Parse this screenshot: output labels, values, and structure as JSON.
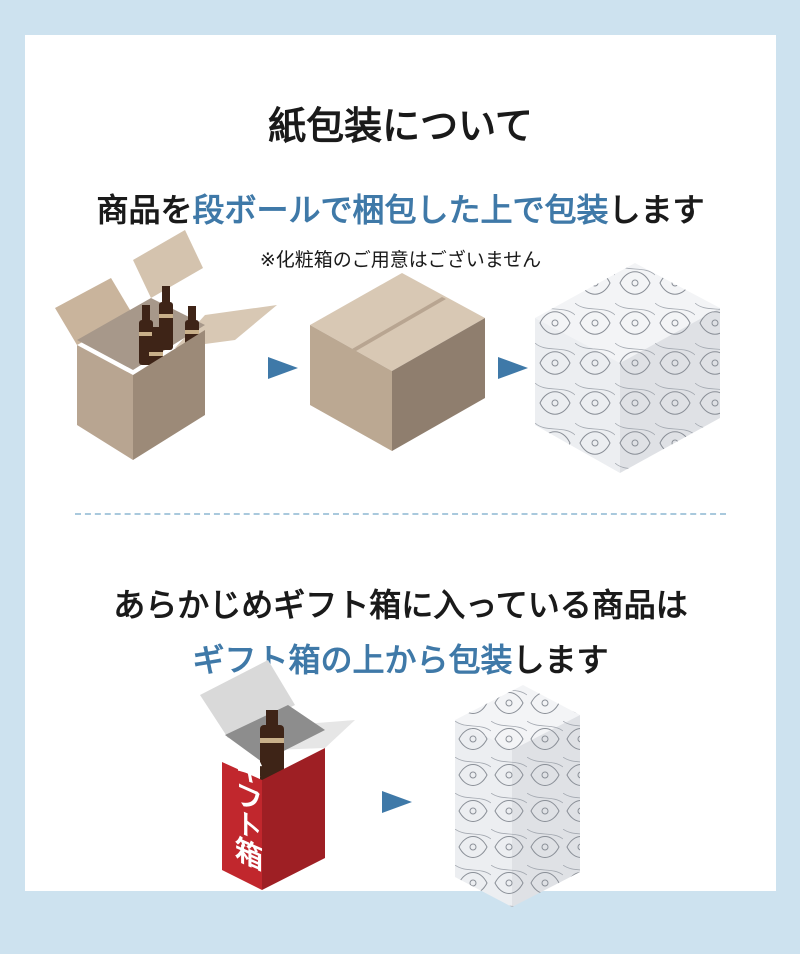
{
  "title": "紙包装について",
  "section1": {
    "prefix": "商品を",
    "highlight": "段ボールで梱包した上で包装",
    "suffix": "します",
    "note": "※化粧箱のご用意はございません"
  },
  "section2": {
    "line1": "あらかじめギフト箱に入っている商品は",
    "highlight": "ギフト箱の上から包装",
    "suffix": "します",
    "box_label": "ギフト箱"
  },
  "colors": {
    "accent": "#3f79a8",
    "background": "#cde2ef",
    "cardboard": "#c9b8a4",
    "gift_red": "#c1272d"
  },
  "icons": [
    "open-cardboard-box-with-bottles-icon",
    "closed-cardboard-box-icon",
    "floral-wrapped-box-icon",
    "open-gift-box-with-bottle-icon",
    "floral-wrapped-tall-box-icon",
    "arrow-right-icon"
  ]
}
